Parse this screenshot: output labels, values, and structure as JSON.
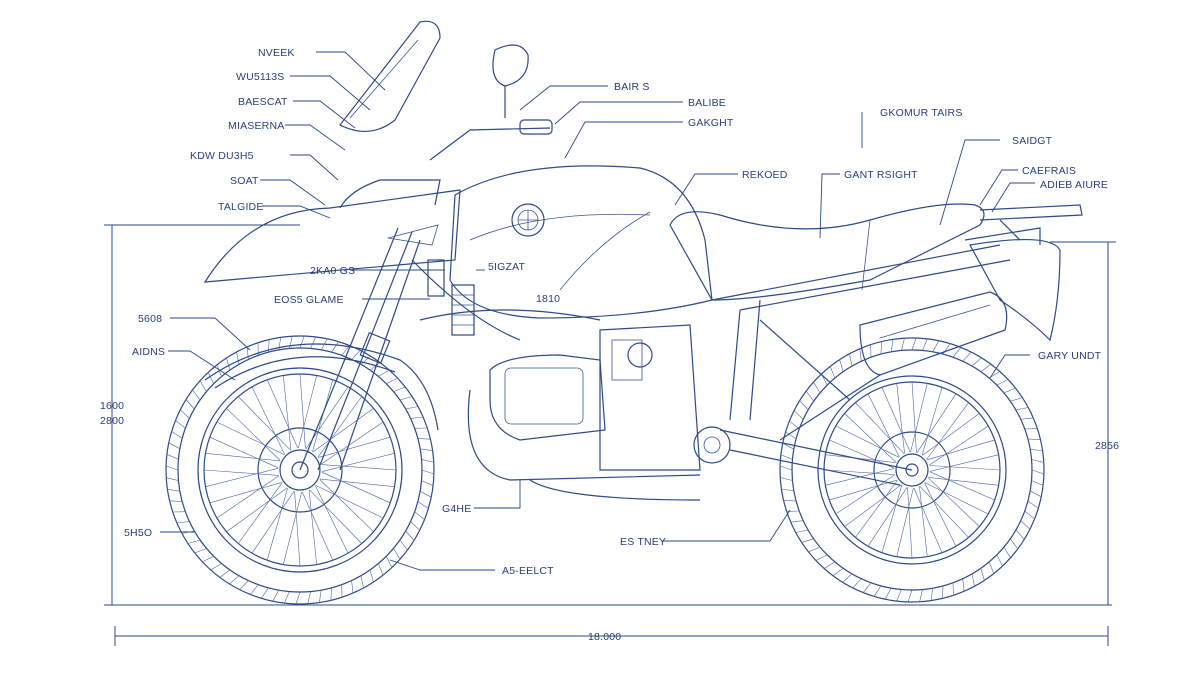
{
  "labels_left": [
    "NVEEK",
    "WU5113S",
    "BAESCAT",
    "MIASERNA",
    "KDW DU3H5",
    "SOAT",
    "TALGIDE",
    "2KA0 GS",
    "EOS5 GLAME",
    "5608",
    "AIDNS",
    "5H5O"
  ],
  "labels_top_right": [
    "BAIR S",
    "BALIBE",
    "GAKGHT",
    "GKOMUR TAIRS",
    "REKOED",
    "GANT RSIGHT",
    "SAIDGT",
    "CAEFRAIS",
    "ADIEB AIURE",
    "GARY UNDT"
  ],
  "labels_center": [
    "5IGZAT",
    "1810"
  ],
  "labels_bottom": [
    "G4HE",
    "ES TNEY",
    "A5-EELCT"
  ],
  "dimensions": {
    "left_height_1": "1600",
    "left_height_2": "2800",
    "right_height": "2856",
    "overall_length": "18.000"
  },
  "colors": {
    "line": "#2d4a8a",
    "text": "#2a3f7a",
    "background": "#ffffff"
  }
}
